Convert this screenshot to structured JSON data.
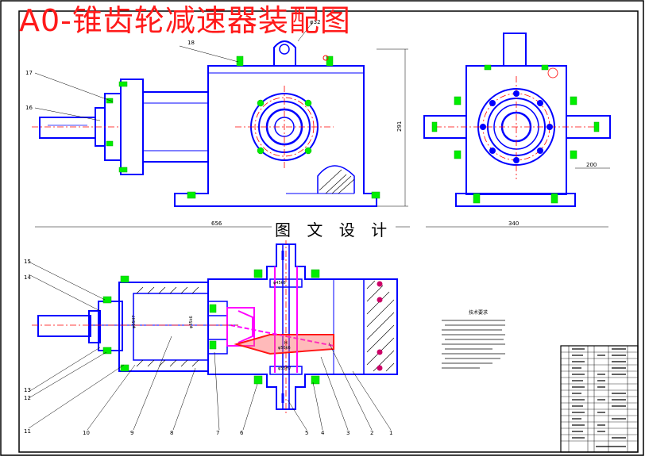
{
  "title": "A0-锥齿轮减速器装配图",
  "watermark": "图 文 设 计",
  "colors": {
    "outline": "#0000ff",
    "bolt": "#00ee00",
    "gear": "#ff00ff",
    "center": "#ff0000",
    "border": "#000000",
    "title_text": "#ff1a1a"
  },
  "dimensions": {
    "top_hole": "φ32",
    "top_left_leader": "18",
    "height": "291",
    "width_front": "656",
    "width_side": "340",
    "shaft_len": "200",
    "d_upper_bearing": "φ45k6",
    "d_bevel": "φ50k6",
    "d_lower_bearing": "φ55H7",
    "d_left_1": "φ65H7",
    "d_left_2": "φ45k6",
    "mark_H": "H"
  },
  "part_callouts": {
    "front_left": [
      "17",
      "16"
    ],
    "section_left": [
      "15",
      "14",
      "13",
      "12",
      "11"
    ],
    "section_bottom": [
      "10",
      "9",
      "8",
      "7",
      "6",
      "5",
      "4",
      "3",
      "2",
      "1"
    ]
  },
  "tech_requirements_title": "技术要求"
}
